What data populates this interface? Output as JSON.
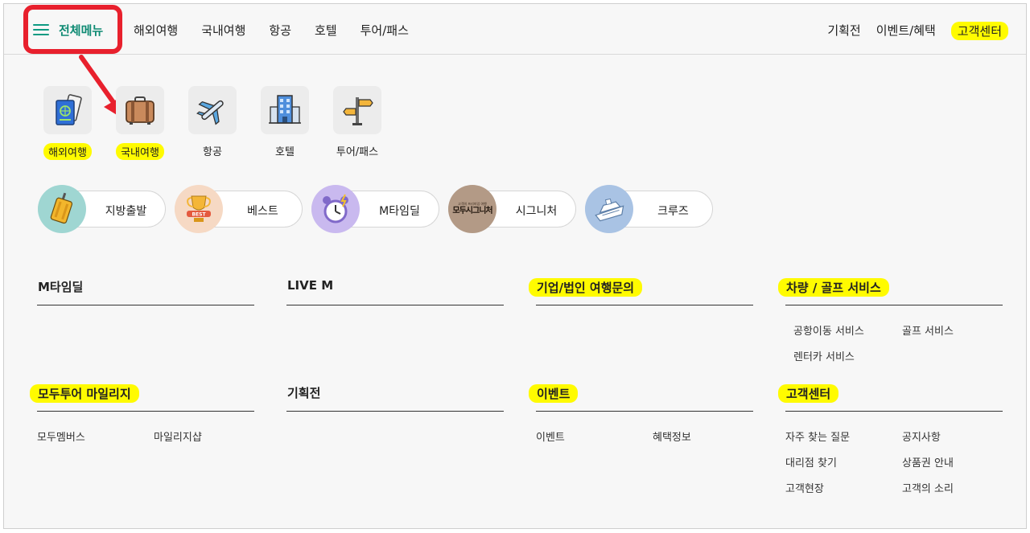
{
  "header": {
    "menu_label": "전체메뉴",
    "nav_left": [
      "해외여행",
      "국내여행",
      "항공",
      "호텔",
      "투어/패스"
    ],
    "nav_right": [
      "기획전",
      "이벤트/혜택",
      "고객센터"
    ]
  },
  "categories": [
    {
      "label": "해외여행",
      "icon": "passport-icon",
      "highlight": true
    },
    {
      "label": "국내여행",
      "icon": "suitcase-icon",
      "highlight": true
    },
    {
      "label": "항공",
      "icon": "airplane-icon",
      "highlight": false
    },
    {
      "label": "호텔",
      "icon": "hotel-building-icon",
      "highlight": false
    },
    {
      "label": "투어/패스",
      "icon": "signpost-icon",
      "highlight": false
    }
  ],
  "pills": [
    {
      "label": "지방출발",
      "icon": "luggage-icon",
      "bg": "#9fd6d2"
    },
    {
      "label": "베스트",
      "icon": "trophy-icon",
      "bg": "#f6d9c4"
    },
    {
      "label": "M타임딜",
      "icon": "alarm-clock-icon",
      "bg": "#c9b9ef"
    },
    {
      "label": "시그니처",
      "icon": "signature-badge-icon",
      "bg": "#b39a86",
      "badge_text": "모두시그니처",
      "badge_sub": "고객의 프리미엄 여행"
    },
    {
      "label": "크루즈",
      "icon": "cruise-ship-icon",
      "bg": "#a9c3e4"
    }
  ],
  "sections": {
    "mtimedeal": {
      "title": "M타임딜",
      "links": []
    },
    "livem": {
      "title": "LIVE M",
      "links": []
    },
    "corporate": {
      "title": "기업/법인 여행문의",
      "links": []
    },
    "car_golf": {
      "title": "차량 / 골프 서비스",
      "links": [
        "공항이동 서비스",
        "골프 서비스",
        "렌터카 서비스"
      ]
    },
    "mileage": {
      "title": "모두투어 마일리지",
      "links": [
        "모두멤버스",
        "마일리지샵"
      ]
    },
    "exhibition": {
      "title": "기획전",
      "links": []
    },
    "event": {
      "title": "이벤트",
      "links": [
        "이벤트",
        "혜택정보"
      ]
    },
    "cs": {
      "title": "고객센터",
      "links": [
        "자주 찾는 질문",
        "공지사항",
        "대리점 찾기",
        "상품권 안내",
        "고객현장",
        "고객의 소리"
      ]
    }
  },
  "colors": {
    "accent": "#0e8a73",
    "highlight": "#fffb00",
    "annotation_red": "#e8202d"
  }
}
